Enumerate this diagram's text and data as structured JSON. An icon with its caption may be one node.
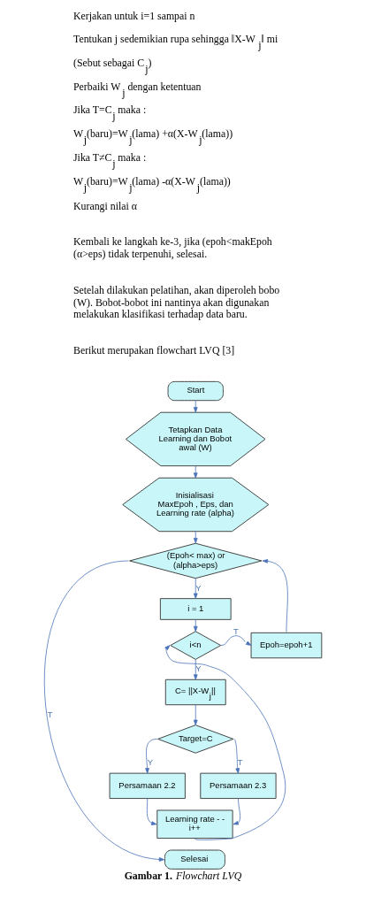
{
  "diagram": {
    "caption": "**Gambar 1.** *Flowchart LVQ*",
    "nodes": [
      {
        "text": [
          "Start"
        ]
      },
      {
        "text": [
          "Tetapkan Data Learning dan Bobot awal (W)"
        ]
      },
      {
        "text": [
          "Inisialisasi MaxEpoh , Eps, dan Learning rate (alpha)"
        ]
      },
      {
        "text": [
          "(Epoh< max) or (alpha>eps)"
        ]
      },
      {
        "text": [
          "i = 1"
        ]
      },
      {
        "text": [
          "i<n"
        ]
      },
      {
        "text": [
          "Epoh=epoh+1"
        ]
      },
      {
        "text": [
          "C= ||X-W$_{j}$||"
        ]
      },
      {
        "text": [
          "Target=C"
        ]
      },
      {
        "text": [
          "Persamaan 2.2"
        ]
      },
      {
        "text": [
          "Persamaan 2.3"
        ]
      },
      {
        "text": [
          "Learning rate - - i++"
        ]
      },
      {
        "text": [
          "Selesai"
        ]
      }
    ],
    "edges": [
      {
        "from": 0,
        "to": 1,
        "arrow": "to"
      },
      {
        "from": 1,
        "to": 2,
        "arrow": "to"
      },
      {
        "from": 2,
        "to": 3,
        "arrow": "to"
      },
      {
        "from": 3,
        "to": 4,
        "arrow": "to",
        "label": "Y"
      },
      {
        "from": 4,
        "to": 5,
        "arrow": "to"
      },
      {
        "from": 5,
        "to": 6,
        "arrow": "to",
        "label": "T"
      },
      {
        "from": 6,
        "to": 3,
        "arrow": "to"
      },
      {
        "from": 5,
        "to": 7,
        "arrow": "to",
        "label": "Y"
      },
      {
        "from": 7,
        "to": 8,
        "arrow": "to"
      },
      {
        "from": 8,
        "to": 9,
        "arrow": "to",
        "label": "Y"
      },
      {
        "from": 8,
        "to": 10,
        "arrow": "to",
        "label": "T"
      },
      {
        "from": 9,
        "to": 11,
        "arrow": "to"
      },
      {
        "from": 10,
        "to": 11,
        "arrow": "to"
      },
      {
        "from": 11,
        "to": 5,
        "arrow": "to"
      },
      {
        "from": 3,
        "to": 12,
        "arrow": "to",
        "label": "T"
      }
    ],
    "labels": [
      "Kerjakan untuk i=1 sampai n",
      "Tentukan j sedemikian rupa sehingga ‖X-W$_{j}$‖ mi",
      "(Sebut sebagai C$_{j}$)",
      "Perbaiki W$_{j}$ dengan ketentuan",
      "Jika T=C$_{j}$ maka :",
      "W$_{j}$(baru)=W$_{j}$(lama) +α(X-W$_{j}$(lama))",
      "Jika T≠C$_{j}$ maka :",
      "W$_{j}$(baru)=W$_{j}$(lama) -α(X-W$_{j}$(lama))",
      "Kurangi nilai α",
      "Kembali ke langkah ke-3, jika (epoh<makEpoh (α>eps) tidak terpenuhi, selesai.",
      "Setelah dilakukan pelatihan, akan diperoleh bobo (W). Bobot-bobot ini nantinya akan digunakan melakukan klasifikasi terhadap data baru.",
      "Berikut merupakan flowchart LVQ [3]"
    ]
  }
}
